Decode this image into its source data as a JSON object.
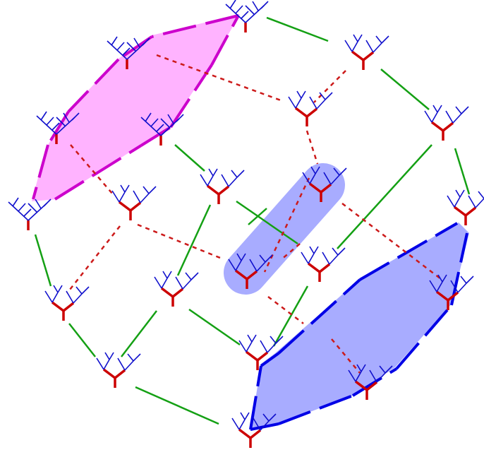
{
  "diagram": {
    "type": "polytope-of-binary-trees",
    "colors": {
      "background": "#ffffff",
      "face_pink_fill": "#ffb3ff",
      "face_pink_stroke": "#cc00cc",
      "face_blue_fill": "#a8acff",
      "face_blue_stroke": "#0000e6",
      "capsule_fill": "#a8acff",
      "edge_front": "#14a014",
      "edge_back": "#cc1a1a",
      "tree_red": "#cc0000",
      "tree_blue": "#1010cc"
    },
    "vertex_icon": "binary-tree-icon",
    "vertices": [
      {
        "id": "v01"
      },
      {
        "id": "v02"
      },
      {
        "id": "v03"
      },
      {
        "id": "v04"
      },
      {
        "id": "v05"
      },
      {
        "id": "v06"
      },
      {
        "id": "v07"
      },
      {
        "id": "v08"
      },
      {
        "id": "v09"
      },
      {
        "id": "v10"
      },
      {
        "id": "v11"
      },
      {
        "id": "v12"
      },
      {
        "id": "v13"
      },
      {
        "id": "v14"
      },
      {
        "id": "v15"
      },
      {
        "id": "v16"
      },
      {
        "id": "v17"
      },
      {
        "id": "v18"
      },
      {
        "id": "v19"
      },
      {
        "id": "v20"
      },
      {
        "id": "v21"
      },
      {
        "id": "v22"
      },
      {
        "id": "v23"
      },
      {
        "id": "v24"
      }
    ],
    "highlighted_faces": [
      {
        "id": "pink-hexagon",
        "color": "pink"
      },
      {
        "id": "blue-hexagon",
        "color": "blue"
      },
      {
        "id": "blue-capsule",
        "color": "blue"
      }
    ],
    "edge_styles": {
      "front": "solid",
      "back": "dashed"
    }
  }
}
